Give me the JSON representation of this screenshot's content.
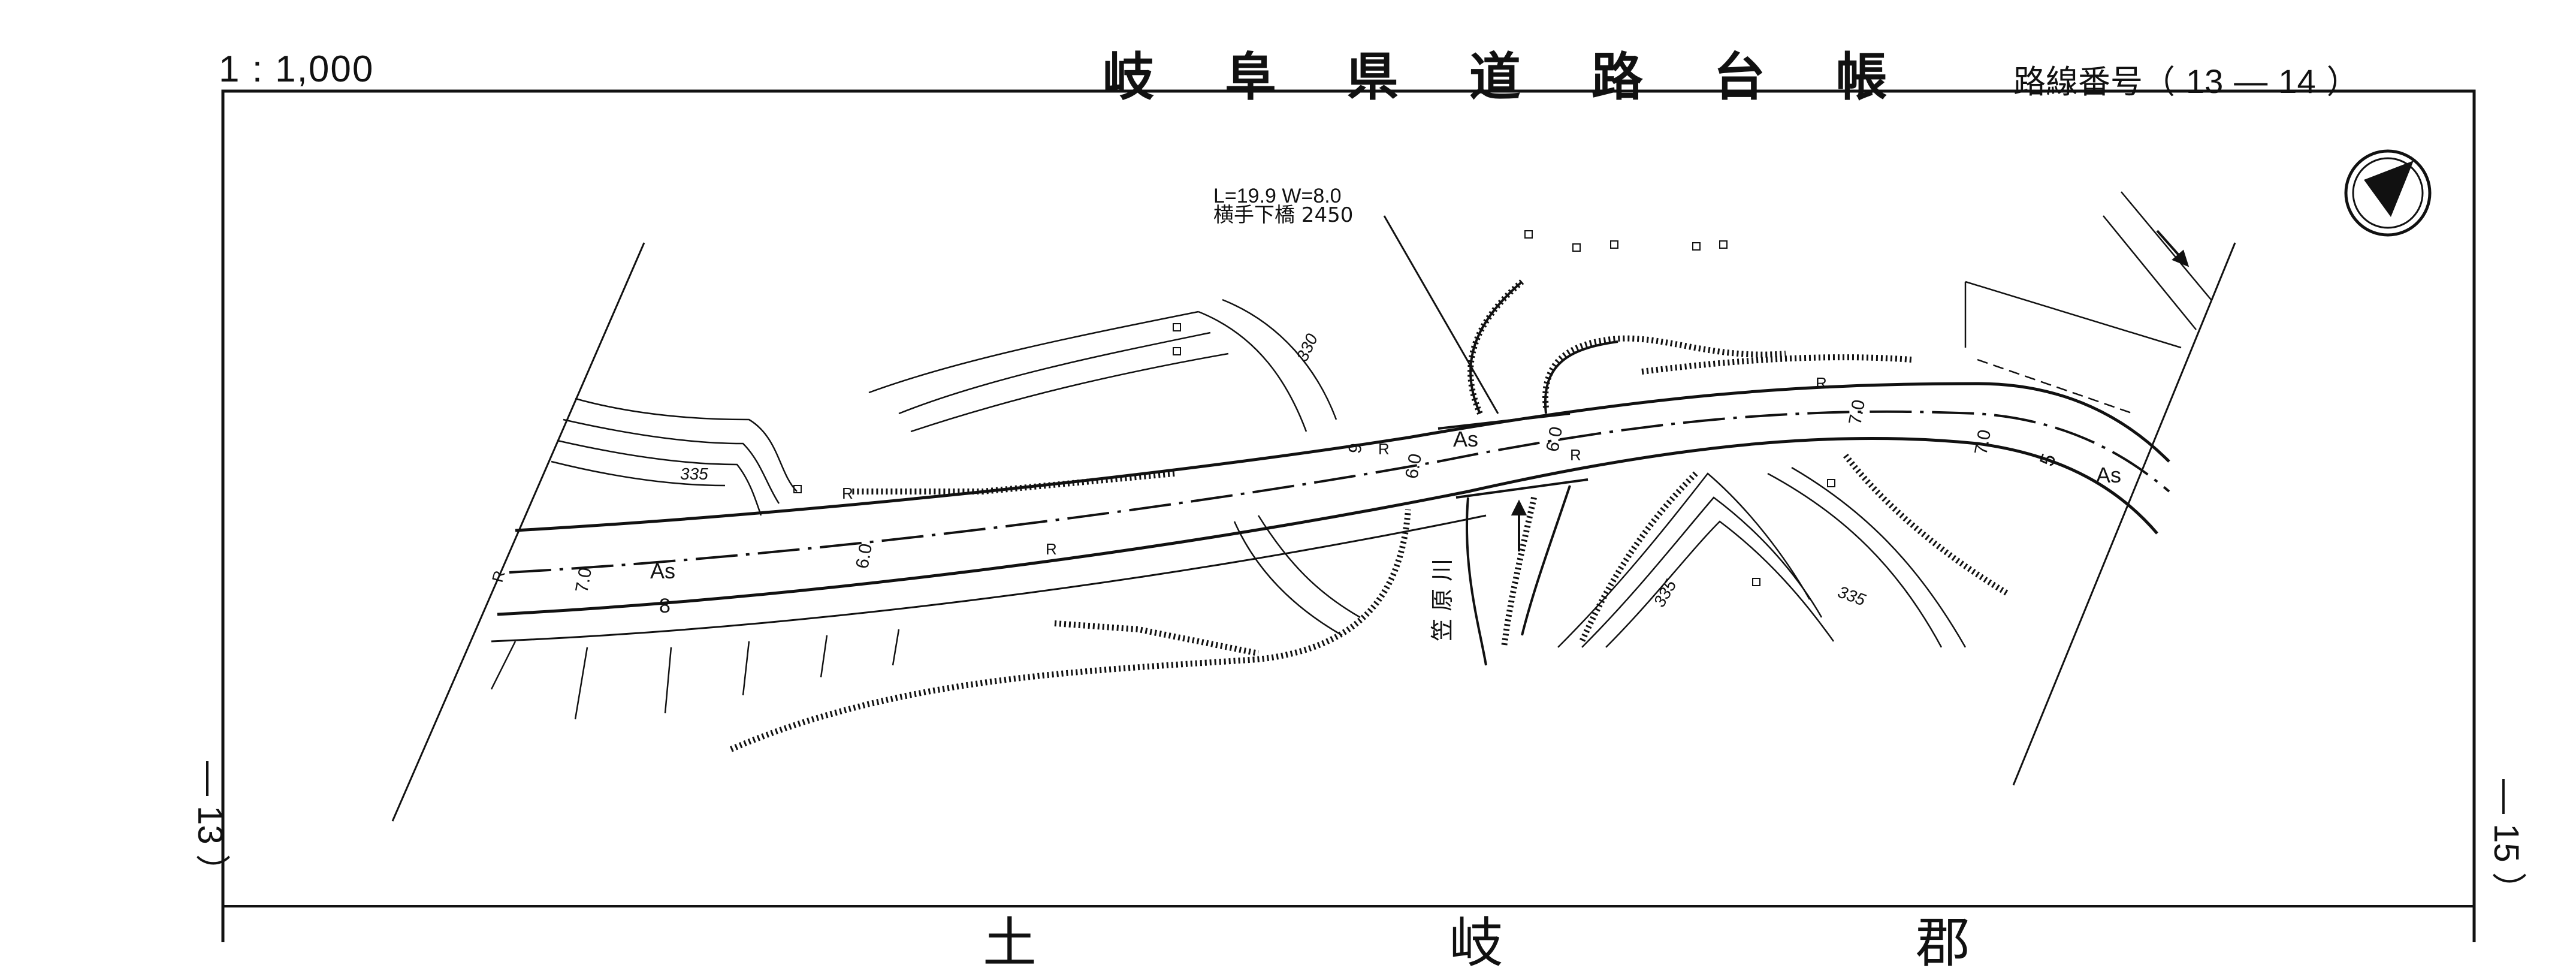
{
  "header": {
    "scale": "1 : 1,000",
    "title": "岐 阜 県 道 路 台 帳",
    "route_label": "路線番号（",
    "route_from": "13",
    "route_dash": "—",
    "route_to": "14",
    "route_close": "）"
  },
  "sheets": {
    "left": "— 13 ）",
    "right": "— 15 ）"
  },
  "bridge": {
    "dims": "L=19.9  W=8.0",
    "name": "横手下橋 2450"
  },
  "map_labels": {
    "as_1": "As",
    "as_2": "As",
    "as_3": "As",
    "r_1": "R",
    "r_2": "R",
    "r_3": "R",
    "r_4": "R",
    "r_5": "R",
    "r_6": "R",
    "w_70_a": "7.0",
    "w_60_a": "6.0",
    "w_60_b": "6.0",
    "w_60_c": "6.0",
    "w_70_b": "7.0",
    "w_70_c": "7.0",
    "w_8": "8",
    "w_5": "5",
    "w_9": "9",
    "contour_335_a": "335",
    "contour_335_b": "335",
    "contour_335_c": "335",
    "contour_330": "330",
    "river_name": "笠 原 川"
  },
  "footer": {
    "district": "土 岐 郡"
  },
  "icons": {
    "north_arrow": "north-arrow-icon",
    "flow_arrow": "flow-arrow-icon"
  }
}
